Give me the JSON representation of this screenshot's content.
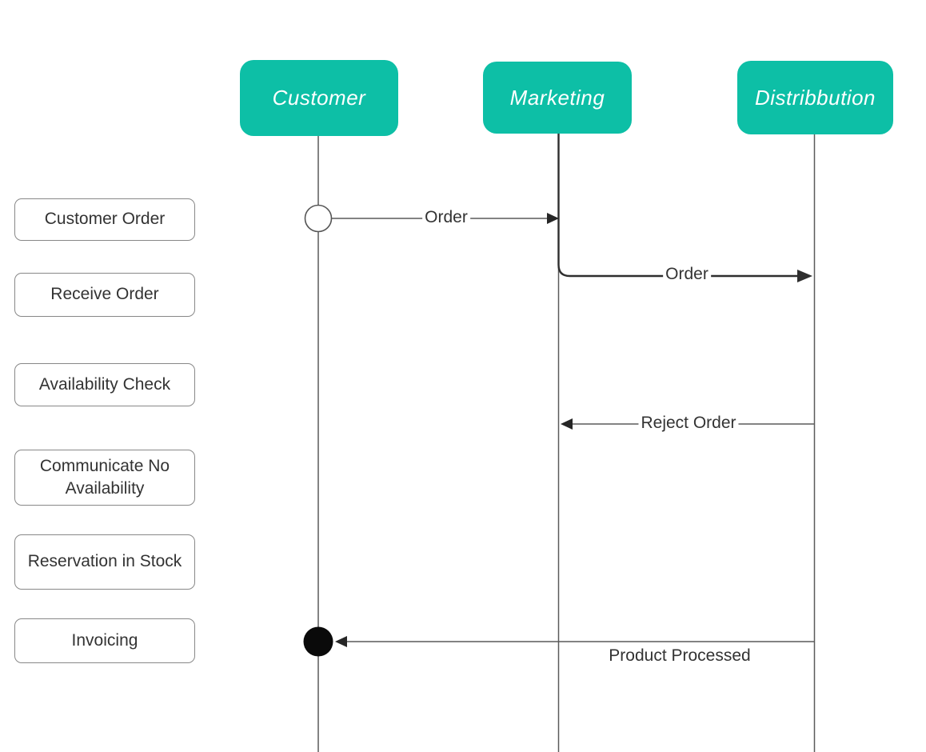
{
  "colors": {
    "actor_fill": "#0dbfa6",
    "actor_text": "#ffffff",
    "line_thin": "#5a5a5a",
    "line_thick": "#2e2e2e",
    "arrowhead": "#262626",
    "box_border": "#888888",
    "text": "#333333",
    "background": "#ffffff"
  },
  "actors": [
    {
      "name": "Customer"
    },
    {
      "name": "Marketing"
    },
    {
      "name": "Distribbution"
    }
  ],
  "process_steps": [
    {
      "label": "Customer Order"
    },
    {
      "label": "Receive Order"
    },
    {
      "label": "Availability Check"
    },
    {
      "label": "Communicate No Availability"
    },
    {
      "label": "Reservation in Stock"
    },
    {
      "label": "Invoicing"
    }
  ],
  "messages": [
    {
      "label": "Order",
      "from": "Customer",
      "to": "Marketing"
    },
    {
      "label": "Order",
      "from": "Marketing",
      "to": "Distribbution"
    },
    {
      "label": "Reject Order",
      "from": "Distribbution",
      "to": "Marketing"
    },
    {
      "label": "Product Processed",
      "from": "Distribbution",
      "to": "Customer"
    }
  ],
  "terminators": {
    "start": "open-circle",
    "end": "filled-circle"
  }
}
